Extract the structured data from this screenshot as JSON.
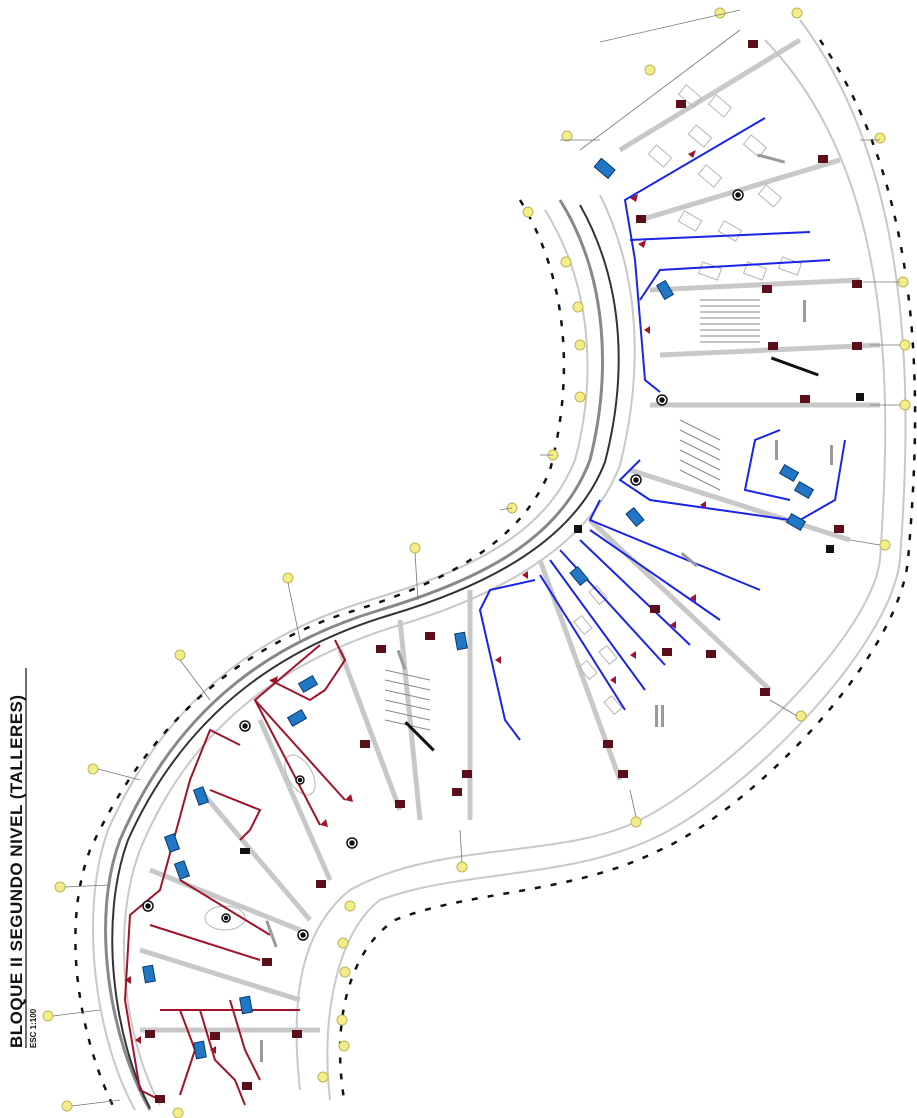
{
  "title": {
    "main": "BLOQUE II SEGUNDO NIVEL (TALLERES)",
    "scale": "ESC 1:100"
  },
  "colors": {
    "wall": "#c8c8c8",
    "wall_dark": "#9a9a9a",
    "corridor_line": "#555555",
    "evac_red": "#a0142a",
    "evac_blue": "#1a24e6",
    "sign_blue": "#1f77c6",
    "door_maroon": "#5a0f1a",
    "lamp_yellow": "#f3ee8a",
    "black": "#111111"
  },
  "legend_icons": [
    "evacuation-route-red",
    "evacuation-route-blue",
    "exit-sign",
    "fire-extinguisher",
    "emergency-light"
  ]
}
